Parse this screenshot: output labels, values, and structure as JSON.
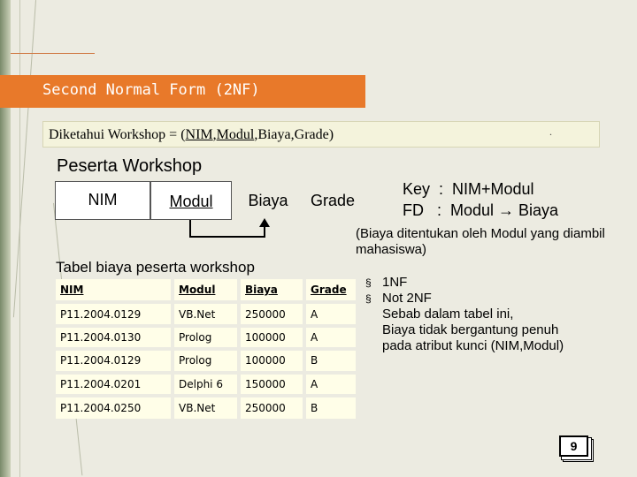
{
  "slide": {
    "title": "Second Normal Form (2NF)",
    "given_prefix": "Diketahui Workshop = (",
    "given_key1": "NIM",
    "given_sep1": ",",
    "given_key2": "Modul",
    "given_suffix": ",Biaya,Grade)",
    "given_dot": ".",
    "peserta_heading": "Peserta Workshop",
    "attributes": [
      "NIM",
      "Modul",
      "Biaya",
      "Grade"
    ],
    "key_line": "Key  :  NIM+Modul",
    "fd_line": "FD   :  Modul → Biaya",
    "note": "(Biaya ditentukan oleh Modul yang diambil mahasiswa)",
    "table_heading": "Tabel biaya peserta workshop",
    "table": {
      "headers": [
        "NIM",
        "Modul",
        "Biaya",
        "Grade"
      ],
      "rows": [
        [
          "P11.2004.0129",
          "VB.Net",
          "250000",
          "A"
        ],
        [
          "P11.2004.0130",
          "Prolog",
          "100000",
          "A"
        ],
        [
          "P11.2004.0129",
          "Prolog",
          "100000",
          "B"
        ],
        [
          "P11.2004.0201",
          "Delphi 6",
          "150000",
          "A"
        ],
        [
          "P11.2004.0250",
          "VB.Net",
          "250000",
          "B"
        ]
      ]
    },
    "bullets": [
      {
        "text": "1NF"
      },
      {
        "text": "Not 2NF"
      }
    ],
    "bullet_marker": "§",
    "explanation": [
      "Sebab dalam tabel ini,",
      "Biaya tidak bergantung penuh",
      "pada atribut kunci (NIM,Modul)"
    ],
    "page_number": "9"
  }
}
